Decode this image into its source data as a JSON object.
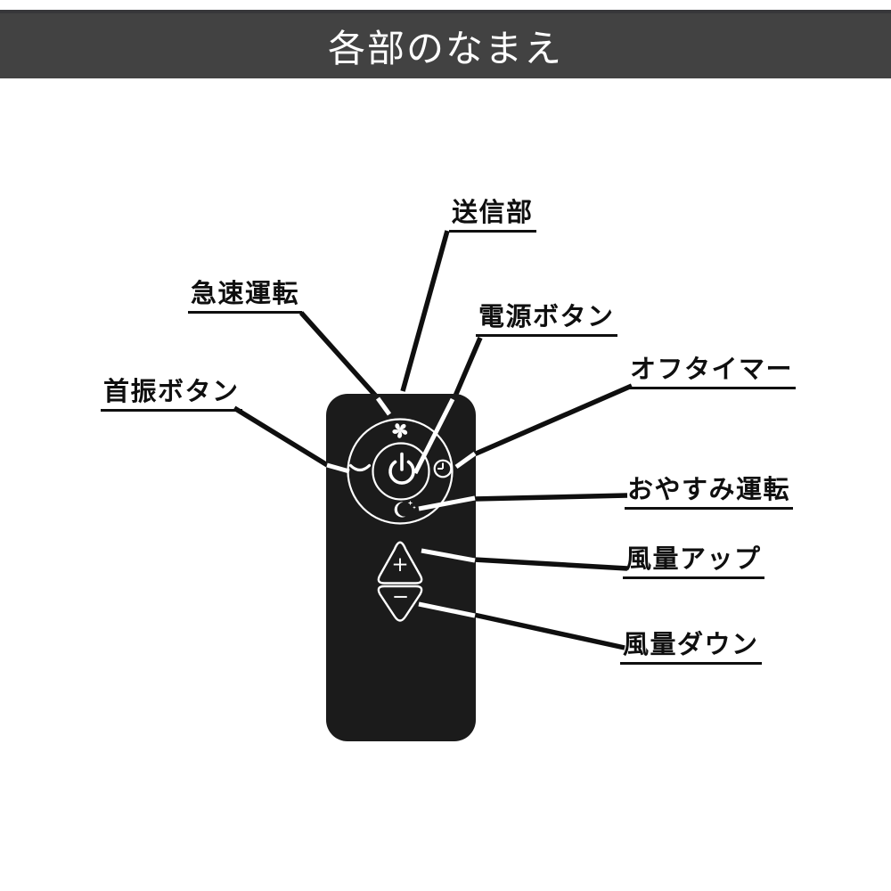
{
  "header": {
    "title": "各部のなまえ"
  },
  "colors": {
    "header_bg": "#424242",
    "header_strip": "#37373a",
    "remote_body": "#1b1b1b",
    "label_text": "#0f0f0f",
    "callout_line": "#0f0f0f",
    "icon_stroke": "#ffffff"
  },
  "labels": [
    {
      "id": "transmitter",
      "text": "送信部"
    },
    {
      "id": "rapid-mode",
      "text": "急速運転"
    },
    {
      "id": "power-button",
      "text": "電源ボタン"
    },
    {
      "id": "off-timer",
      "text": "オフタイマー"
    },
    {
      "id": "swing-button",
      "text": "首振ボタン"
    },
    {
      "id": "sleep-mode",
      "text": "おやすみ運転"
    },
    {
      "id": "volume-up",
      "text": "風量アップ"
    },
    {
      "id": "volume-down",
      "text": "風量ダウン"
    }
  ],
  "remote": {
    "volume_up_symbol": "+",
    "volume_down_symbol": "−",
    "icons": [
      "fan-icon",
      "power-icon",
      "timer-clock-icon",
      "sleep-moon-icon",
      "swing-arc-icon"
    ]
  }
}
